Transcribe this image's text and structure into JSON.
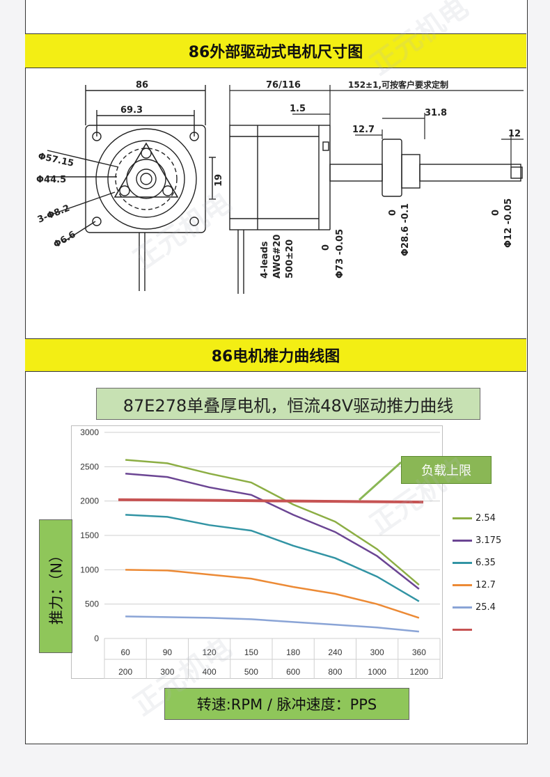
{
  "sections": {
    "dimension_title": "86外部驱动式电机尺寸图",
    "thrust_title": "86电机推力曲线图"
  },
  "drawing": {
    "front": {
      "width_86": "86",
      "hole_69_3": "69.3",
      "dia_57_15": "Φ57.15",
      "dia_44_5": "Φ44.5",
      "holes_8_2": "3-Φ8.2",
      "dia_6_6": "Φ6.6",
      "dim_19": "19"
    },
    "side": {
      "length": "76/116",
      "screw_length": "152±1,可按客户要求定制",
      "dim_1_5": "1.5",
      "dim_31_8": "31.8",
      "dim_12_7": "12.7",
      "dim_12": "12",
      "leads_1": "4-leads",
      "leads_2": "AWG#20",
      "leads_3": "500±20",
      "dia_73_top": "0",
      "dia_73": "Φ73 -0.05",
      "dia_28_top": "0",
      "dia_28": "Φ28.6 -0.1",
      "dia_12_top": "0",
      "dia_12": "Φ12 -0.05"
    }
  },
  "chart_data": {
    "type": "line",
    "title": "87E278单叠厚电机，恒流48V驱动推力曲线",
    "xlabel": "转速:RPM / 脉冲速度：PPS",
    "ylabel": "推力：（N）",
    "categories": [
      "60",
      "90",
      "120",
      "150",
      "180",
      "240",
      "300",
      "360"
    ],
    "categories_pps": [
      "200",
      "300",
      "400",
      "500",
      "600",
      "800",
      "1000",
      "1200"
    ],
    "ylim": [
      0,
      3000
    ],
    "yticks": [
      "0",
      "500",
      "1000",
      "1500",
      "2000",
      "2500",
      "3000"
    ],
    "grid": true,
    "legend_position": "right",
    "series": [
      {
        "name": "2.54",
        "color": "#8cae44",
        "values": [
          2600,
          2550,
          2400,
          2270,
          1950,
          1700,
          1300,
          780
        ]
      },
      {
        "name": "3.175",
        "color": "#6b4593",
        "values": [
          2400,
          2350,
          2200,
          2090,
          1800,
          1550,
          1200,
          720
        ]
      },
      {
        "name": "6.35",
        "color": "#3294a4",
        "values": [
          1800,
          1770,
          1650,
          1570,
          1350,
          1170,
          900,
          540
        ]
      },
      {
        "name": "12.7",
        "color": "#ec8a35",
        "values": [
          1000,
          990,
          930,
          870,
          750,
          650,
          500,
          300
        ]
      },
      {
        "name": "25.4",
        "color": "#8aa4d6",
        "values": [
          320,
          310,
          300,
          280,
          240,
          200,
          160,
          100
        ]
      },
      {
        "name": "",
        "color": "#c65353",
        "values": [
          2020,
          2015,
          2010,
          2005,
          2000,
          1995,
          1990,
          1985
        ]
      }
    ],
    "annotation": "负载上限"
  },
  "watermark": "正元机电"
}
